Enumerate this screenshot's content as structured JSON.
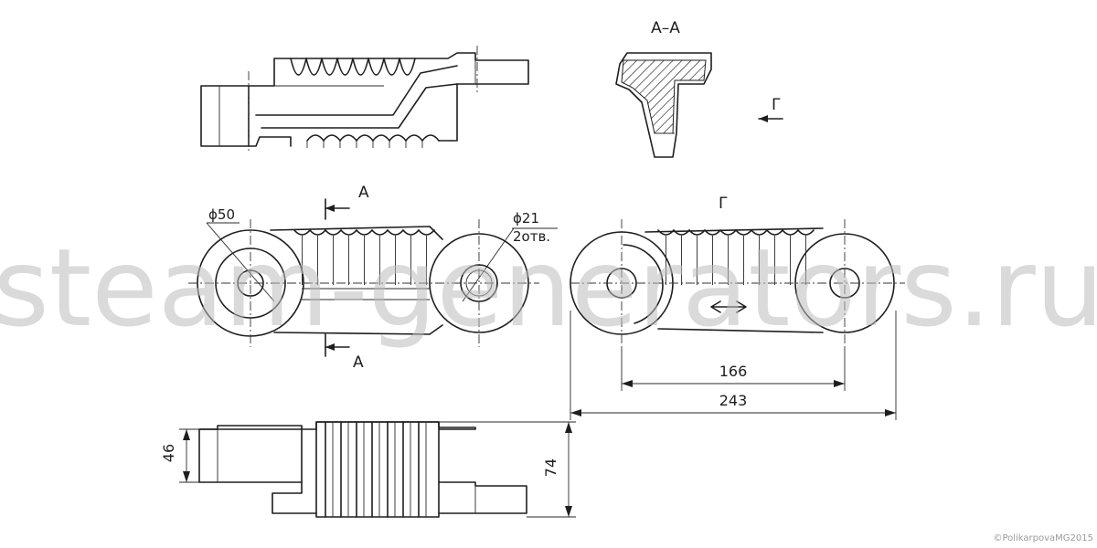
{
  "section_label": "А–А",
  "view_label_top": "Г",
  "view_label_plan": "Г",
  "cut_label_top": "А",
  "cut_label_bottom": "А",
  "dimensions": {
    "diam_big": "ϕ50",
    "diam_small": "ϕ21",
    "holes_note": "2отв.",
    "length_inner": "166",
    "length_total": "243",
    "height_small": "46",
    "height_total": "74"
  },
  "watermark": "steam-generators.ru",
  "copyright": "©PolikarpovaMG2015",
  "colors": {
    "line": "#1e1e1e",
    "watermark": "#bdbdbd"
  }
}
